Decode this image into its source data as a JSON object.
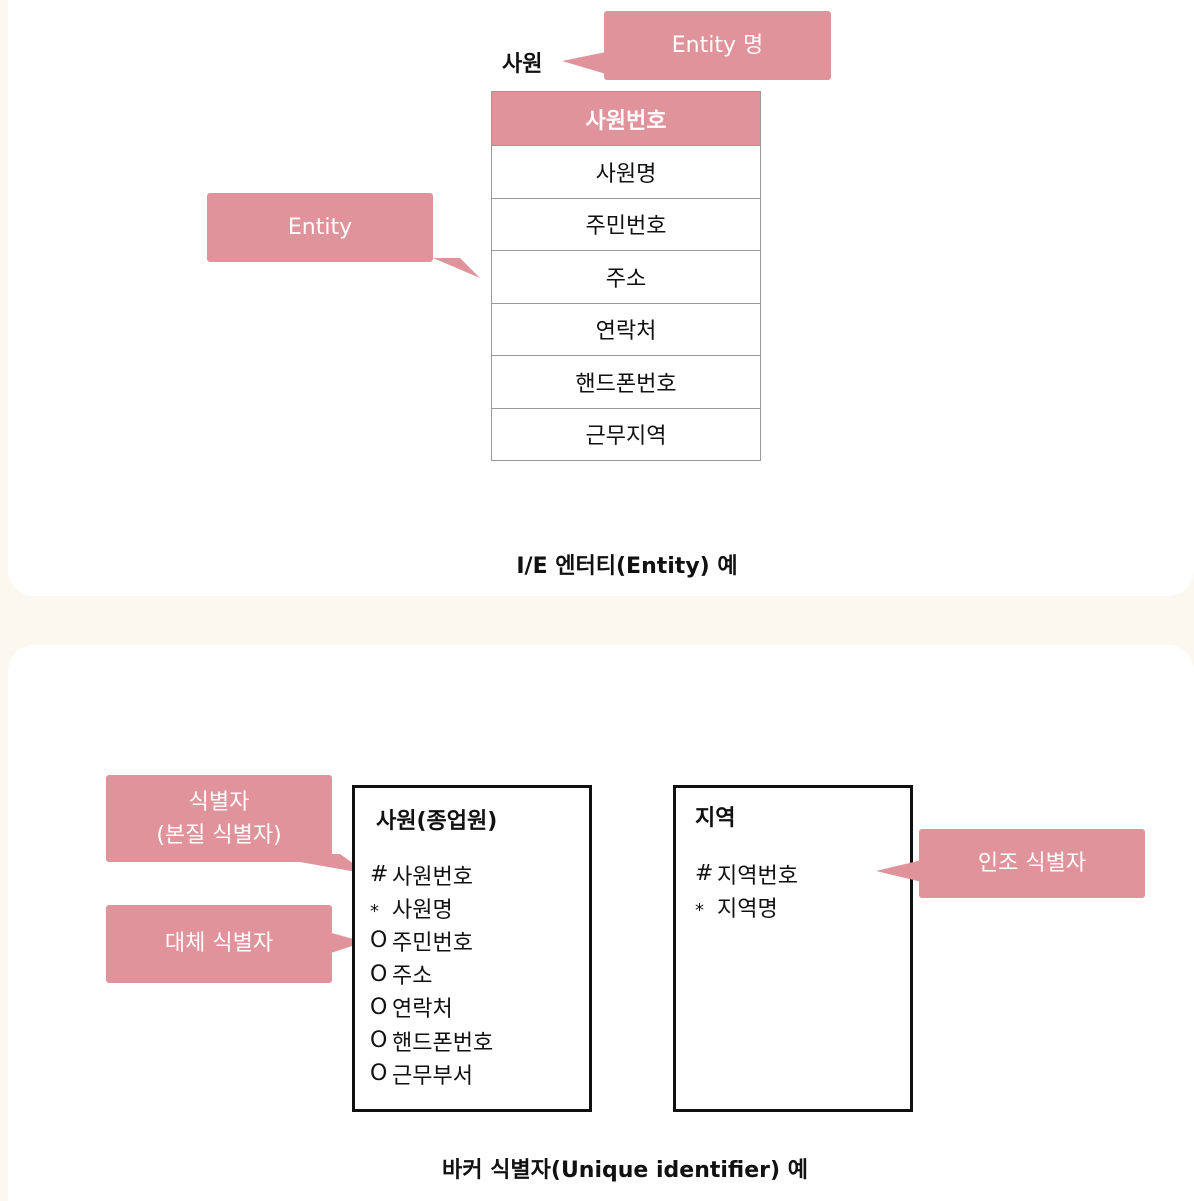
{
  "ie_diagram": {
    "entity_name": "사원",
    "entity_name_callout": "Entity 명",
    "entity_callout": "Entity",
    "header": "사원번호",
    "attributes": [
      "사원명",
      "주민번호",
      "주소",
      "연락처",
      "핸드폰번호",
      "근무지역"
    ],
    "caption": "I/E 엔터티(Entity) 예"
  },
  "barker_diagram": {
    "employee": {
      "title": "사원(종업원)",
      "attributes": [
        {
          "mark": "#",
          "name": "사원번호"
        },
        {
          "mark": "*",
          "name": "사원명"
        },
        {
          "mark": "O",
          "name": "주민번호"
        },
        {
          "mark": "O",
          "name": "주소"
        },
        {
          "mark": "O",
          "name": "연락처"
        },
        {
          "mark": "O",
          "name": "핸드폰번호"
        },
        {
          "mark": "O",
          "name": "근무부서"
        }
      ]
    },
    "region": {
      "title": "지역",
      "attributes": [
        {
          "mark": "#",
          "name": "지역번호"
        },
        {
          "mark": "*",
          "name": "지역명"
        }
      ]
    },
    "callouts": {
      "identifier_line1": "식별자",
      "identifier_line2": "(본질 식별자)",
      "alternate": "대체 식별자",
      "foreign": "인조 식별자"
    },
    "caption": "바커 식별자(Unique identifier) 예"
  },
  "colors": {
    "accent": "#e0939a",
    "panel": "#ffffff",
    "background": "#fdf8ef"
  }
}
